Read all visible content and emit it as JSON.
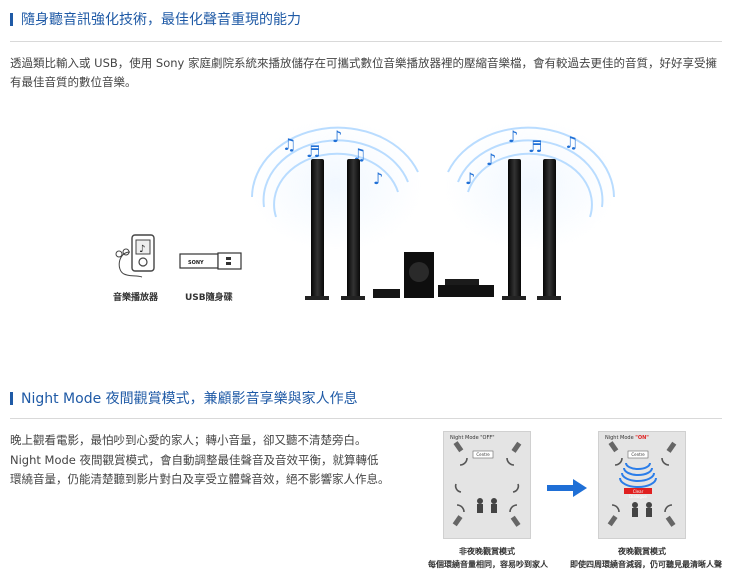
{
  "section1": {
    "title": "隨身聽音訊強化技術，最佳化聲音重現的能力",
    "description": "透過類比輸入或 USB，使用 Sony 家庭劇院系統來播放儲存在可攜式數位音樂播放器裡的壓縮音樂檔，會有較過去更佳的音質，好好享受擁有最佳音質的數位音樂。",
    "captions": {
      "music_player": "音樂播放器",
      "usb_drive": "USB隨身碟"
    },
    "usb_brand": "SONY"
  },
  "section2": {
    "title": "Night Mode 夜間觀賞模式，兼顧影音享樂與家人作息",
    "text_line1": "晚上觀看電影，最怕吵到心愛的家人；轉小音量，卻又聽不清楚旁白。",
    "text_line2": "Night Mode 夜間觀賞模式，會自動調整最佳聲音及音效平衡，就算轉低環繞音量，仍能清楚聽到影片對白及享受立體聲音效，絕不影響家人作息。",
    "off_panel": {
      "label_prefix": "Night Mode ",
      "label_state": "\"OFF\"",
      "center": "Centre",
      "caption_title": "非夜晚觀賞模式",
      "caption_text": "每個環繞音量相同，容易吵到家人"
    },
    "on_panel": {
      "label_prefix": "Night Mode ",
      "label_state": "\"ON\"",
      "center": "Centre",
      "badge": "Clear Dialogue",
      "caption_title": "夜晚觀賞模式",
      "caption_text": "即使四周環繞音減弱，仍可聽見最清晰人聲"
    }
  },
  "colors": {
    "accent": "#1f5aa6",
    "arrow": "#1f6fd6",
    "highlight": "#e02020"
  }
}
